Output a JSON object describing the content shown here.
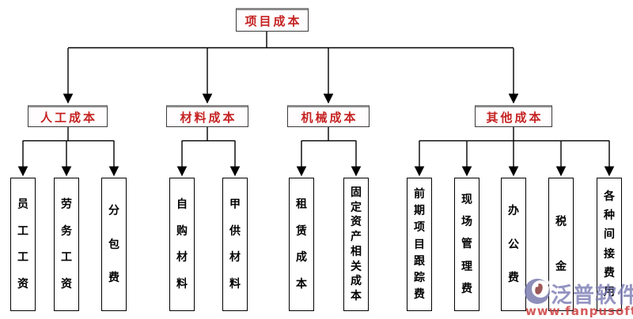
{
  "diagram": {
    "root": {
      "label": "项目成本"
    },
    "branches": [
      {
        "label": "人工成本",
        "children": [
          "员工工资",
          "劳务工资",
          "分包费"
        ]
      },
      {
        "label": "材料成本",
        "children": [
          "自购材料",
          "甲供材料"
        ]
      },
      {
        "label": "机械成本",
        "children": [
          "租赁成本",
          "固定资产相关成本"
        ]
      },
      {
        "label": "其他成本",
        "children": [
          "前期项目跟踪费",
          "现场管理费",
          "办公费",
          "税金",
          "各种间接费用"
        ]
      }
    ],
    "style": {
      "title_color": "#c52222",
      "leaf_text_color": "#000000",
      "line_color": "#000000",
      "box_top_edge_color": "#8a8a8a"
    }
  },
  "watermark": {
    "brand": "泛普软件",
    "url": "www.fanpusoft.com",
    "logo": "fanpu-logo",
    "brand_color": "#7d7db4",
    "url_color": "#cd3c3c"
  }
}
